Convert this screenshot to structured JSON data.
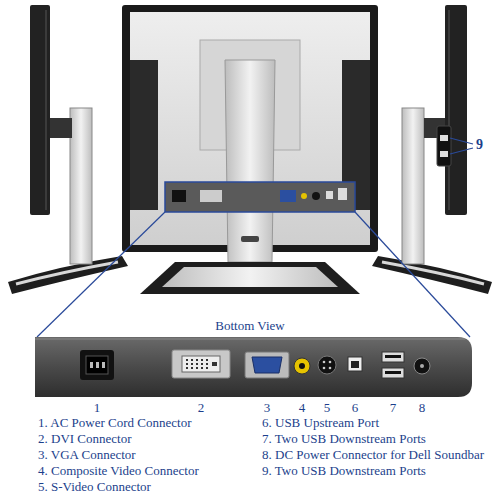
{
  "diagram": {
    "labels": [
      "9",
      "Bottom View",
      "1",
      "2",
      "3",
      "4",
      "5",
      "6",
      "7",
      "8",
      "1. AC Power Cord Connector",
      "2. DVI Connector",
      "3. VGA Connector",
      "4. Composite Video Connector",
      "5. S-Video Connector",
      "6. USB Upstream Port",
      "7. Two USB Downstream Ports",
      "8. DC Power Connector for Dell Soundbar",
      "9. Two USB Downstream Ports"
    ]
  }
}
